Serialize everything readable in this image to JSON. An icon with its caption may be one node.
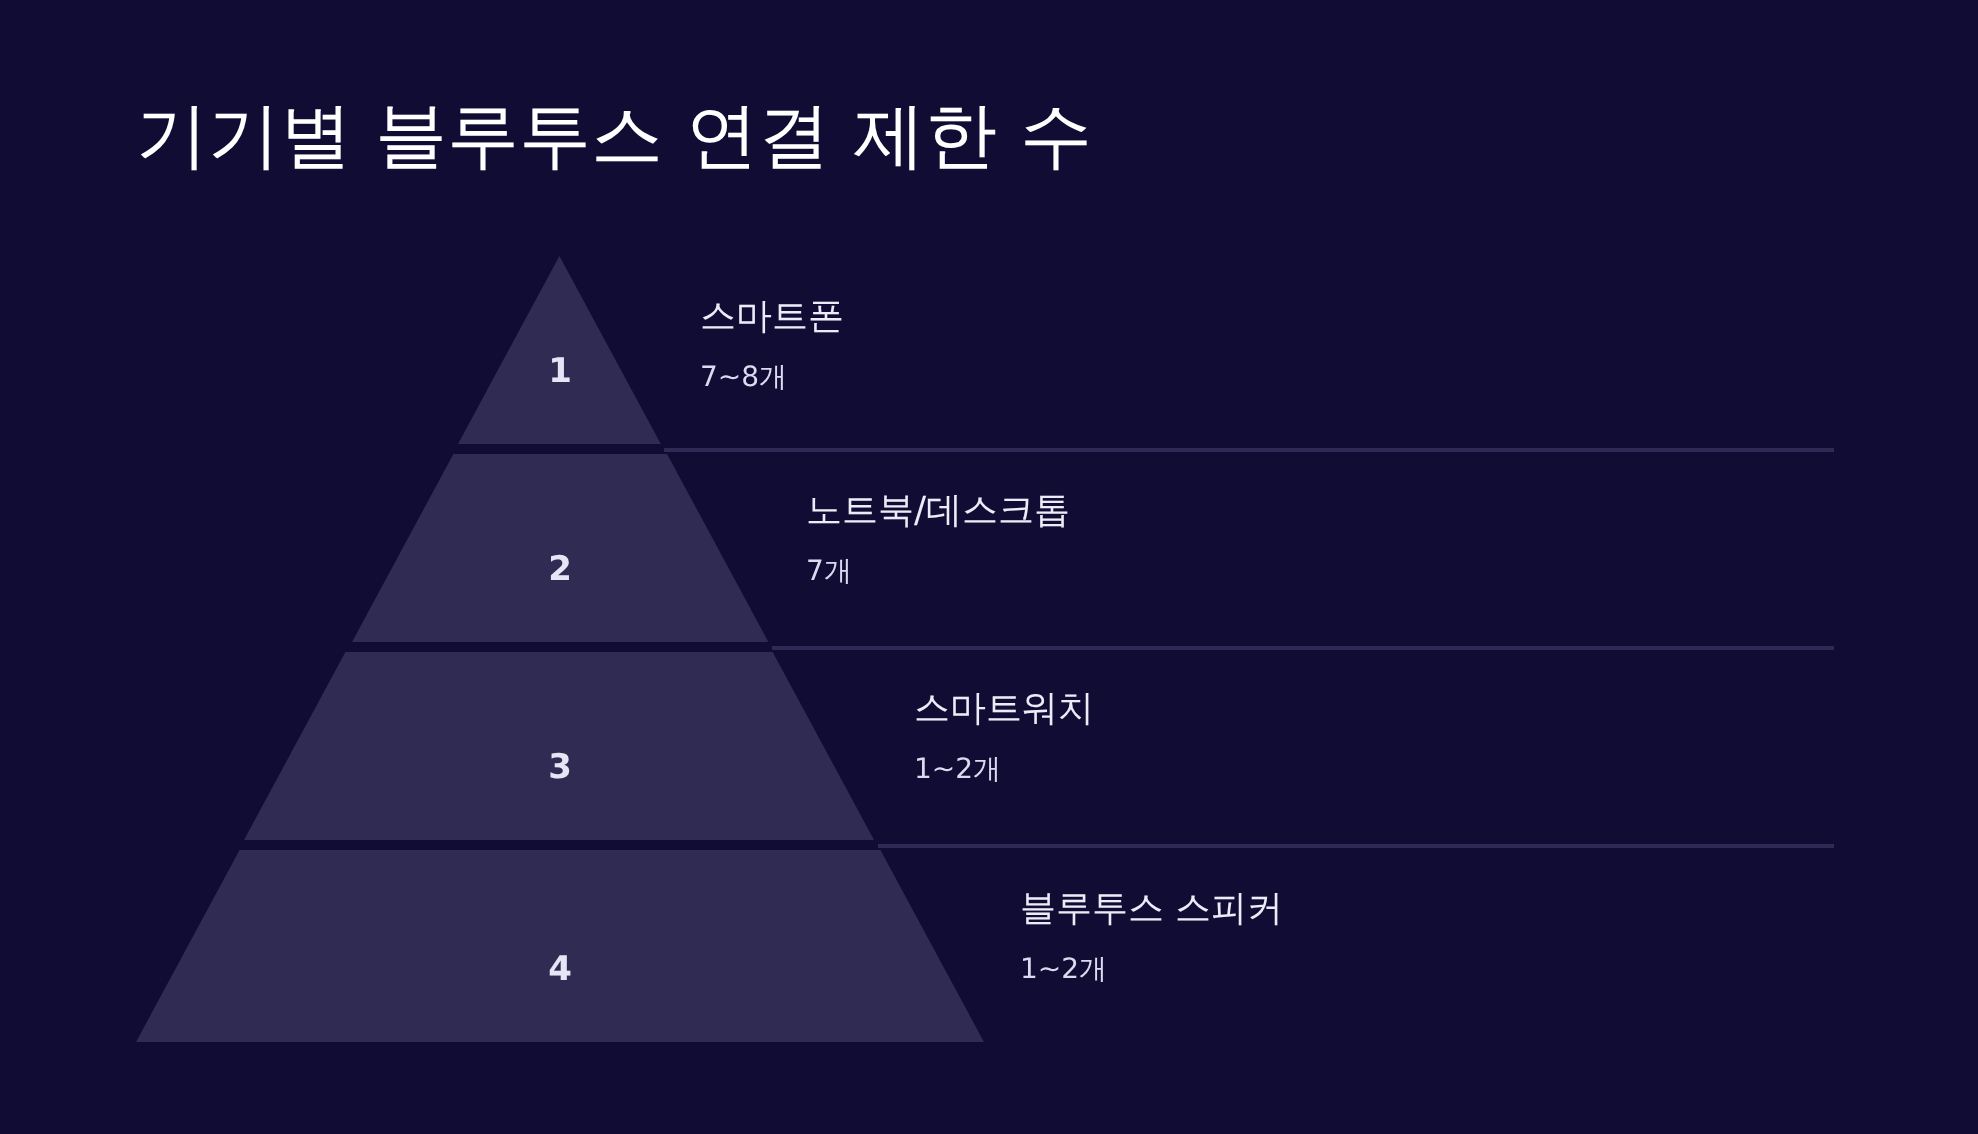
{
  "diagram": {
    "title": "기기별 블루투스 연결 제한 수",
    "nodes": [
      {
        "text": [
          "1"
        ],
        "beside": [
          "스마트폰",
          "7~8개"
        ]
      },
      {
        "text": [
          "2"
        ],
        "beside": [
          "노트북/데스크톱",
          "7개"
        ]
      },
      {
        "text": [
          "3"
        ],
        "beside": [
          "스마트워치",
          "1~2개"
        ]
      },
      {
        "text": [
          "4"
        ],
        "beside": [
          "블루투스 스피커",
          "1~2개"
        ]
      }
    ]
  }
}
